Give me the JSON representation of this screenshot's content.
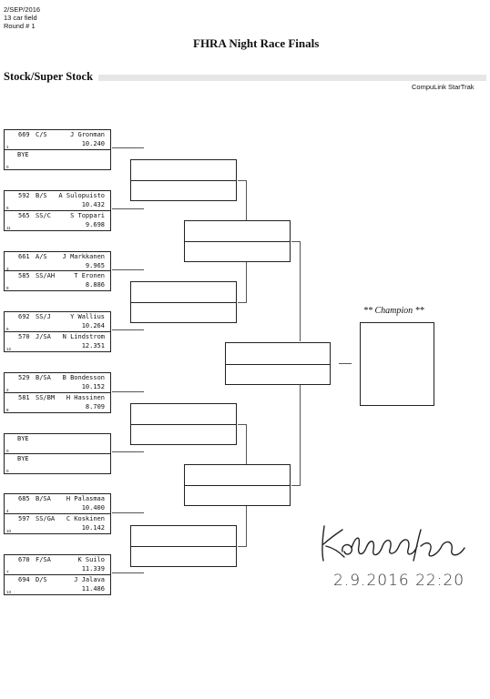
{
  "header": {
    "date": "2/SEP/2016",
    "field": "13 car field",
    "round": "Round # 1",
    "title": "FHRA Night Race Finals",
    "section": "Stock/Super Stock",
    "brand": "CompuLink StarTrak"
  },
  "entries": [
    {
      "num": "669",
      "cls": "C/S",
      "name": "J Gronman",
      "et": "10.240",
      "seed": "1"
    },
    {
      "bye": "BYE",
      "seed": "0"
    },
    {
      "num": "592",
      "cls": "B/S",
      "name": "A Sulopuisto",
      "et": "10.432",
      "seed": "5"
    },
    {
      "num": "565",
      "cls": "SS/C",
      "name": "S Toppari",
      "et": "9.698",
      "seed": "11"
    },
    {
      "num": "661",
      "cls": "A/S",
      "name": "J Markkanen",
      "et": "9.965",
      "seed": "3"
    },
    {
      "num": "585",
      "cls": "SS/AH",
      "name": "T Eronen",
      "et": "8.886",
      "seed": "9"
    },
    {
      "num": "692",
      "cls": "SS/J",
      "name": "Y Wallius",
      "et": "10.264",
      "seed": "6"
    },
    {
      "num": "570",
      "cls": "J/SA",
      "name": "N Lindstrom",
      "et": "12.351",
      "seed": "12"
    },
    {
      "num": "529",
      "cls": "B/SA",
      "name": "B Bondesson",
      "et": "10.152",
      "seed": "2"
    },
    {
      "num": "581",
      "cls": "SS/BM",
      "name": "H Hassinen",
      "et": "8.709",
      "seed": "8"
    },
    {
      "bye": "BYE",
      "seed": "0"
    },
    {
      "bye": "BYE",
      "seed": "0"
    },
    {
      "num": "685",
      "cls": "B/SA",
      "name": "H Palasmaa",
      "et": "10.400",
      "seed": "4"
    },
    {
      "num": "597",
      "cls": "SS/GA",
      "name": "C Koskinen",
      "et": "10.142",
      "seed": "10"
    },
    {
      "num": "670",
      "cls": "F/SA",
      "name": "K Suilo",
      "et": "11.339",
      "seed": "7"
    },
    {
      "num": "694",
      "cls": "D/S",
      "name": "J Jalava",
      "et": "11.486",
      "seed": "13"
    }
  ],
  "champion": {
    "label": "** Champion **"
  },
  "handwritten": {
    "date": "2.9.2016  22:20"
  }
}
